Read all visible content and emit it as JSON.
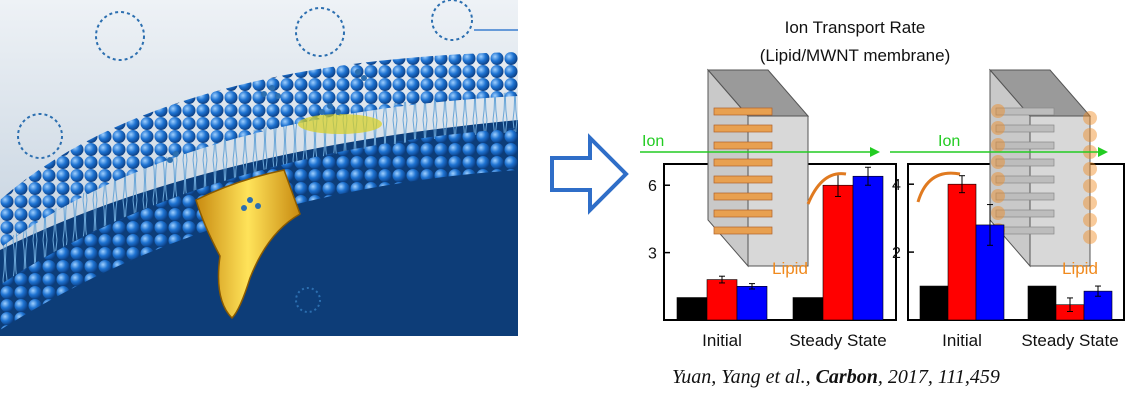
{
  "colors": {
    "sky": "#dfe6ee",
    "membrane_blue": "#1e73d2",
    "channel_gold": "#f0c21a",
    "arrow_outline": "#2f6ec8",
    "ion_green": "#22cc22",
    "lipid_orange": "#f08a1e",
    "bar_black": "#000000",
    "bar_red": "#ff0000",
    "bar_blue": "#0000ff"
  },
  "figure": {
    "title_line1": "Ion Transport Rate",
    "title_line2": "(Lipid/MWNT membrane)",
    "citation_authors": "Yuan, Yang et al., ",
    "citation_journal": "Carbon",
    "citation_rest": ", 2017, 111,459"
  },
  "chart_data": [
    {
      "type": "bar",
      "categories": [
        "Initial",
        "Steady State"
      ],
      "series": [
        {
          "color": "black",
          "values": [
            1.0,
            1.0
          ],
          "errors": [
            0,
            0
          ]
        },
        {
          "color": "red",
          "values": [
            1.8,
            6.0
          ],
          "errors": [
            0.15,
            0.5
          ]
        },
        {
          "color": "blue",
          "values": [
            1.5,
            6.4
          ],
          "errors": [
            0.12,
            0.4
          ]
        }
      ],
      "ylim": [
        0,
        6.5
      ],
      "yticks": [
        3,
        6
      ],
      "inset_label_ion": "Ion",
      "inset_label_lipid": "Lipid"
    },
    {
      "type": "bar",
      "categories": [
        "Initial",
        "Steady State"
      ],
      "series": [
        {
          "color": "black",
          "values": [
            1.0,
            1.0
          ],
          "errors": [
            0,
            0
          ]
        },
        {
          "color": "red",
          "values": [
            4.0,
            0.45
          ],
          "errors": [
            0.25,
            0.2
          ]
        },
        {
          "color": "blue",
          "values": [
            2.8,
            0.85
          ],
          "errors": [
            0.6,
            0.15
          ]
        }
      ],
      "ylim": [
        0,
        4.3
      ],
      "yticks": [
        2,
        4
      ],
      "inset_label_ion": "Ion",
      "inset_label_lipid": "Lipid"
    }
  ]
}
